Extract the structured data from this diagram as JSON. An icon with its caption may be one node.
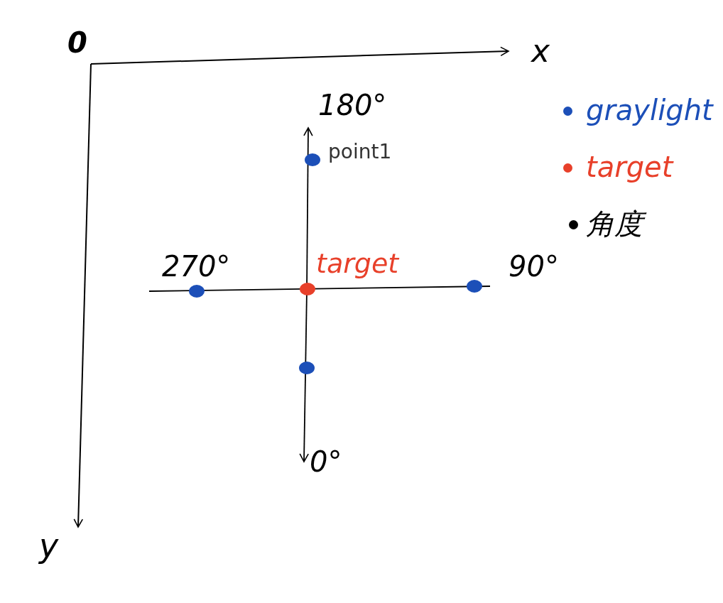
{
  "diagram": {
    "nodes": [
      {
        "text": [],
        "shape": "circle",
        "beside": [
          "point1"
        ]
      },
      {
        "text": [],
        "shape": "circle"
      },
      {
        "text": [],
        "shape": "circle",
        "beside": [
          "target"
        ]
      },
      {
        "text": [],
        "shape": "circle"
      },
      {
        "text": [],
        "shape": "circle"
      }
    ],
    "labels": [
      "0",
      "x",
      "180°",
      "270°",
      "90°",
      "0°",
      "y"
    ],
    "legend": [
      {
        "text": "graylight",
        "color": "#1c4fb8"
      },
      {
        "text": "target",
        "color": "#e8402a"
      },
      {
        "text": "角度",
        "color": "#000000"
      }
    ]
  }
}
